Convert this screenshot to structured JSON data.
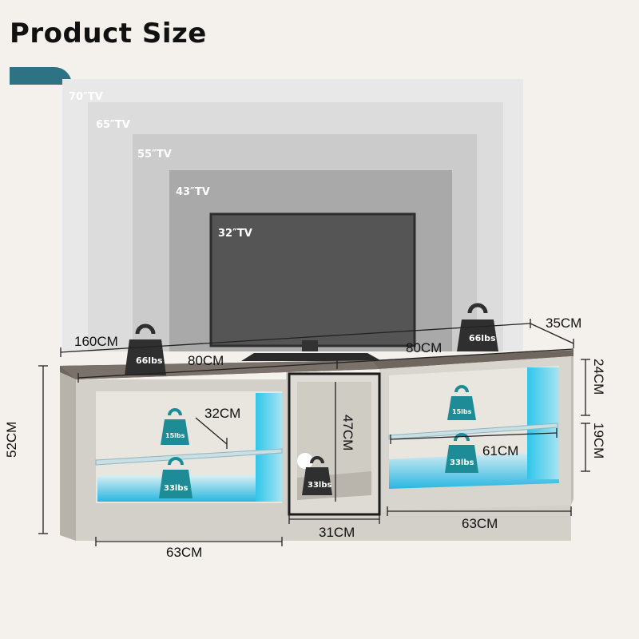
{
  "title": "Product Size",
  "tv_sizes": [
    "70″TV",
    "65″TV",
    "55″TV",
    "43″TV",
    "32″TV"
  ],
  "dimensions": {
    "total_width": "160CM",
    "half_width_left": "80CM",
    "half_width_right": "80CM",
    "depth": "35CM",
    "height": "52CM",
    "shelf_depth": "32CM",
    "middle_height": "47CM",
    "upper_shelf_height": "24CM",
    "lower_shelf_height": "19CM",
    "right_shelf_width": "61CM",
    "left_cabinet_width": "63CM",
    "middle_cabinet_width": "31CM",
    "right_cabinet_width": "63CM"
  },
  "weights": {
    "top_left": "66lbs",
    "top_right": "66lbs",
    "left_shelf": "15lbs",
    "left_bottom": "33lbs",
    "middle": "33lbs",
    "right_shelf": "15lbs",
    "right_lower": "33lbs"
  },
  "colors": {
    "accent": "#2e7384",
    "weight_dark": "#2f2f2f",
    "weight_teal": "#1d8c96",
    "wood": "#d6d3cc",
    "top_surface": "#6f675f",
    "led": "#39c6e8"
  }
}
